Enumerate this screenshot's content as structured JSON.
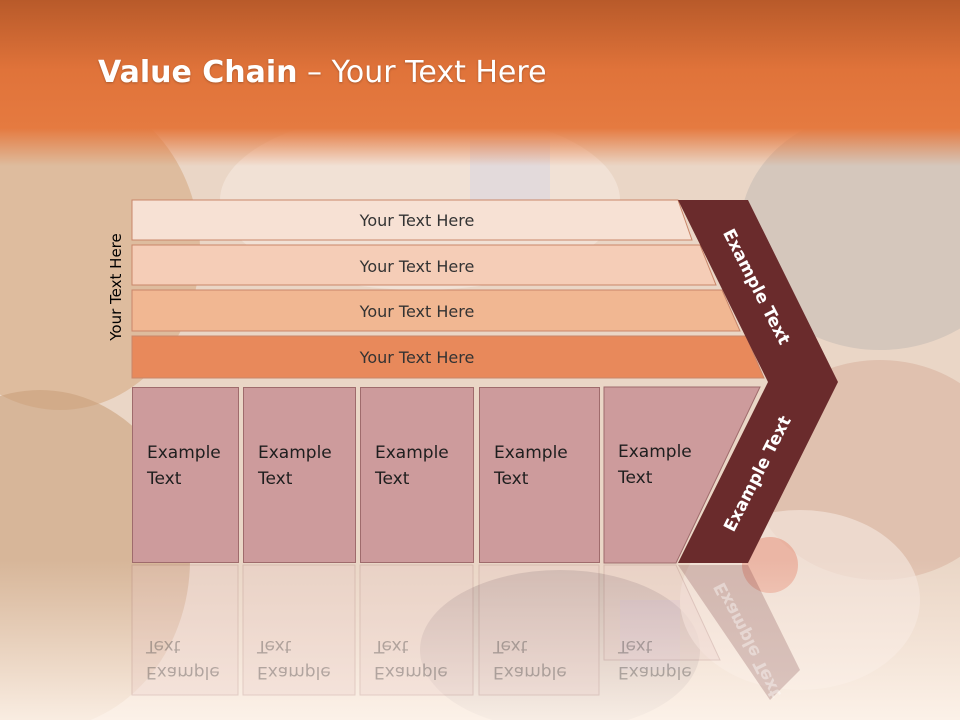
{
  "slide": {
    "title_bold": "Value Chain",
    "title_rest": " – Your Text Here",
    "side_label": "Your Text Here"
  },
  "bars": [
    {
      "label": "Your Text Here"
    },
    {
      "label": "Your Text Here"
    },
    {
      "label": "Your Text Here"
    },
    {
      "label": "Your Text Here"
    }
  ],
  "boxes": [
    {
      "label": "Example Text"
    },
    {
      "label": "Example Text"
    },
    {
      "label": "Example Text"
    },
    {
      "label": "Example Text"
    },
    {
      "label": "Example Text"
    }
  ],
  "chevron": {
    "upper_label": "Example Text",
    "lower_label": "Example Text"
  },
  "colors": {
    "header": "#e07438",
    "bar_1": "#f7e1d4",
    "bar_2": "#f5cdb7",
    "bar_3": "#f1b792",
    "bar_4": "#e8895b",
    "box": "#cd9b9c",
    "chevron": "#6a2b2c"
  }
}
